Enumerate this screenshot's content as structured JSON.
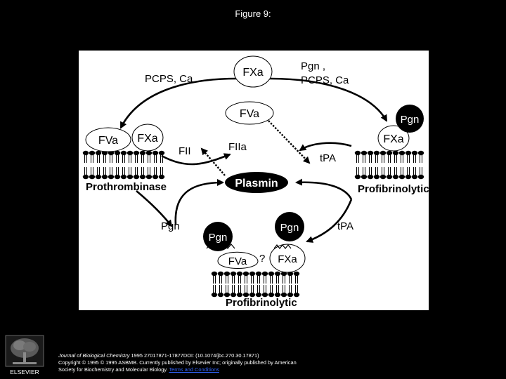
{
  "slide": {
    "title": "Figure 9:"
  },
  "diagram": {
    "nodes": {
      "fxa_top": "FXa",
      "fva_top": "FVa",
      "plasmin": "Plasmin",
      "fva_left": "FVa",
      "fxa_left": "FXa",
      "pgn_right": "Pgn",
      "fxa_right": "FXa",
      "pgn_bottom_left": "Pgn",
      "pgn_bottom_right": "Pgn",
      "fva_bottom": "FVa",
      "fxa_bottom": "FXa"
    },
    "labels": {
      "pcps_ca": "PCPS, Ca",
      "pgn_comma": "Pgn ,",
      "pcps_ca_right": "PCPS, Ca",
      "fii": "FII",
      "fiia": "FIIa",
      "tpa_right": "tPA",
      "prothrombinase": "Prothrombinase",
      "profibrinolytic_right": "Profibrinolytic",
      "pgn_arrow": "Pgn",
      "tpa_arrow": "tPA",
      "question": "?",
      "profibrinolytic_bottom": "Profibrinolytic"
    }
  },
  "footer": {
    "publisher_logo": "ELSEVIER",
    "journal": "Journal of Biological Chemistry",
    "citation_rest": " 1995 27017871-17877DOI: (10.1074/jbc.270.30.17871)",
    "copyright": "Copyright © 1995 © 1995 ASBMB. Currently published by Elsevier Inc; originally published by American",
    "society": "Society for Biochemistry and Molecular Biology. ",
    "terms_link": "Terms and Conditions"
  },
  "colors": {
    "background": "#000000",
    "panel": "#ffffff",
    "ink": "#000000",
    "link": "#3366ff"
  }
}
